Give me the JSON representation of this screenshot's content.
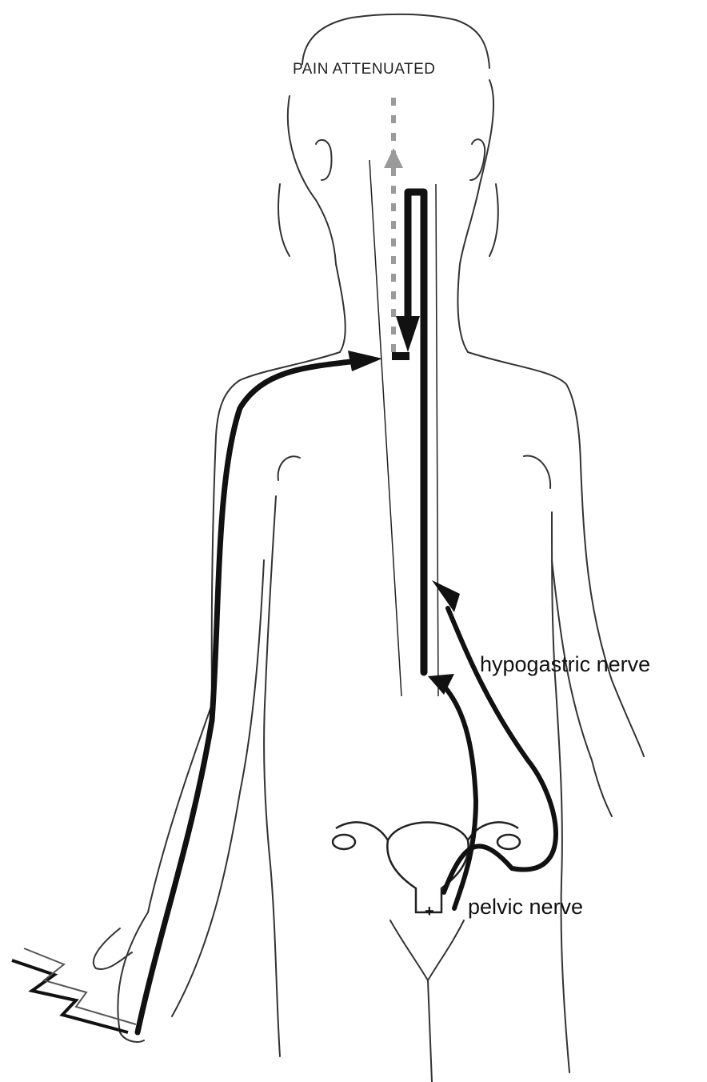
{
  "labels": {
    "pain_attenuated": "PAIN ATTENUATED",
    "hypogastric_nerve": "hypogastric nerve",
    "pelvic_nerve": "pelvic nerve",
    "plus_sign": "+"
  },
  "colors": {
    "ink": "#111111",
    "outline": "#333333",
    "ascending_pathway": "#9a9a9a"
  },
  "icons": [
    "lightning-bolt-icon",
    "uterus-icon"
  ]
}
